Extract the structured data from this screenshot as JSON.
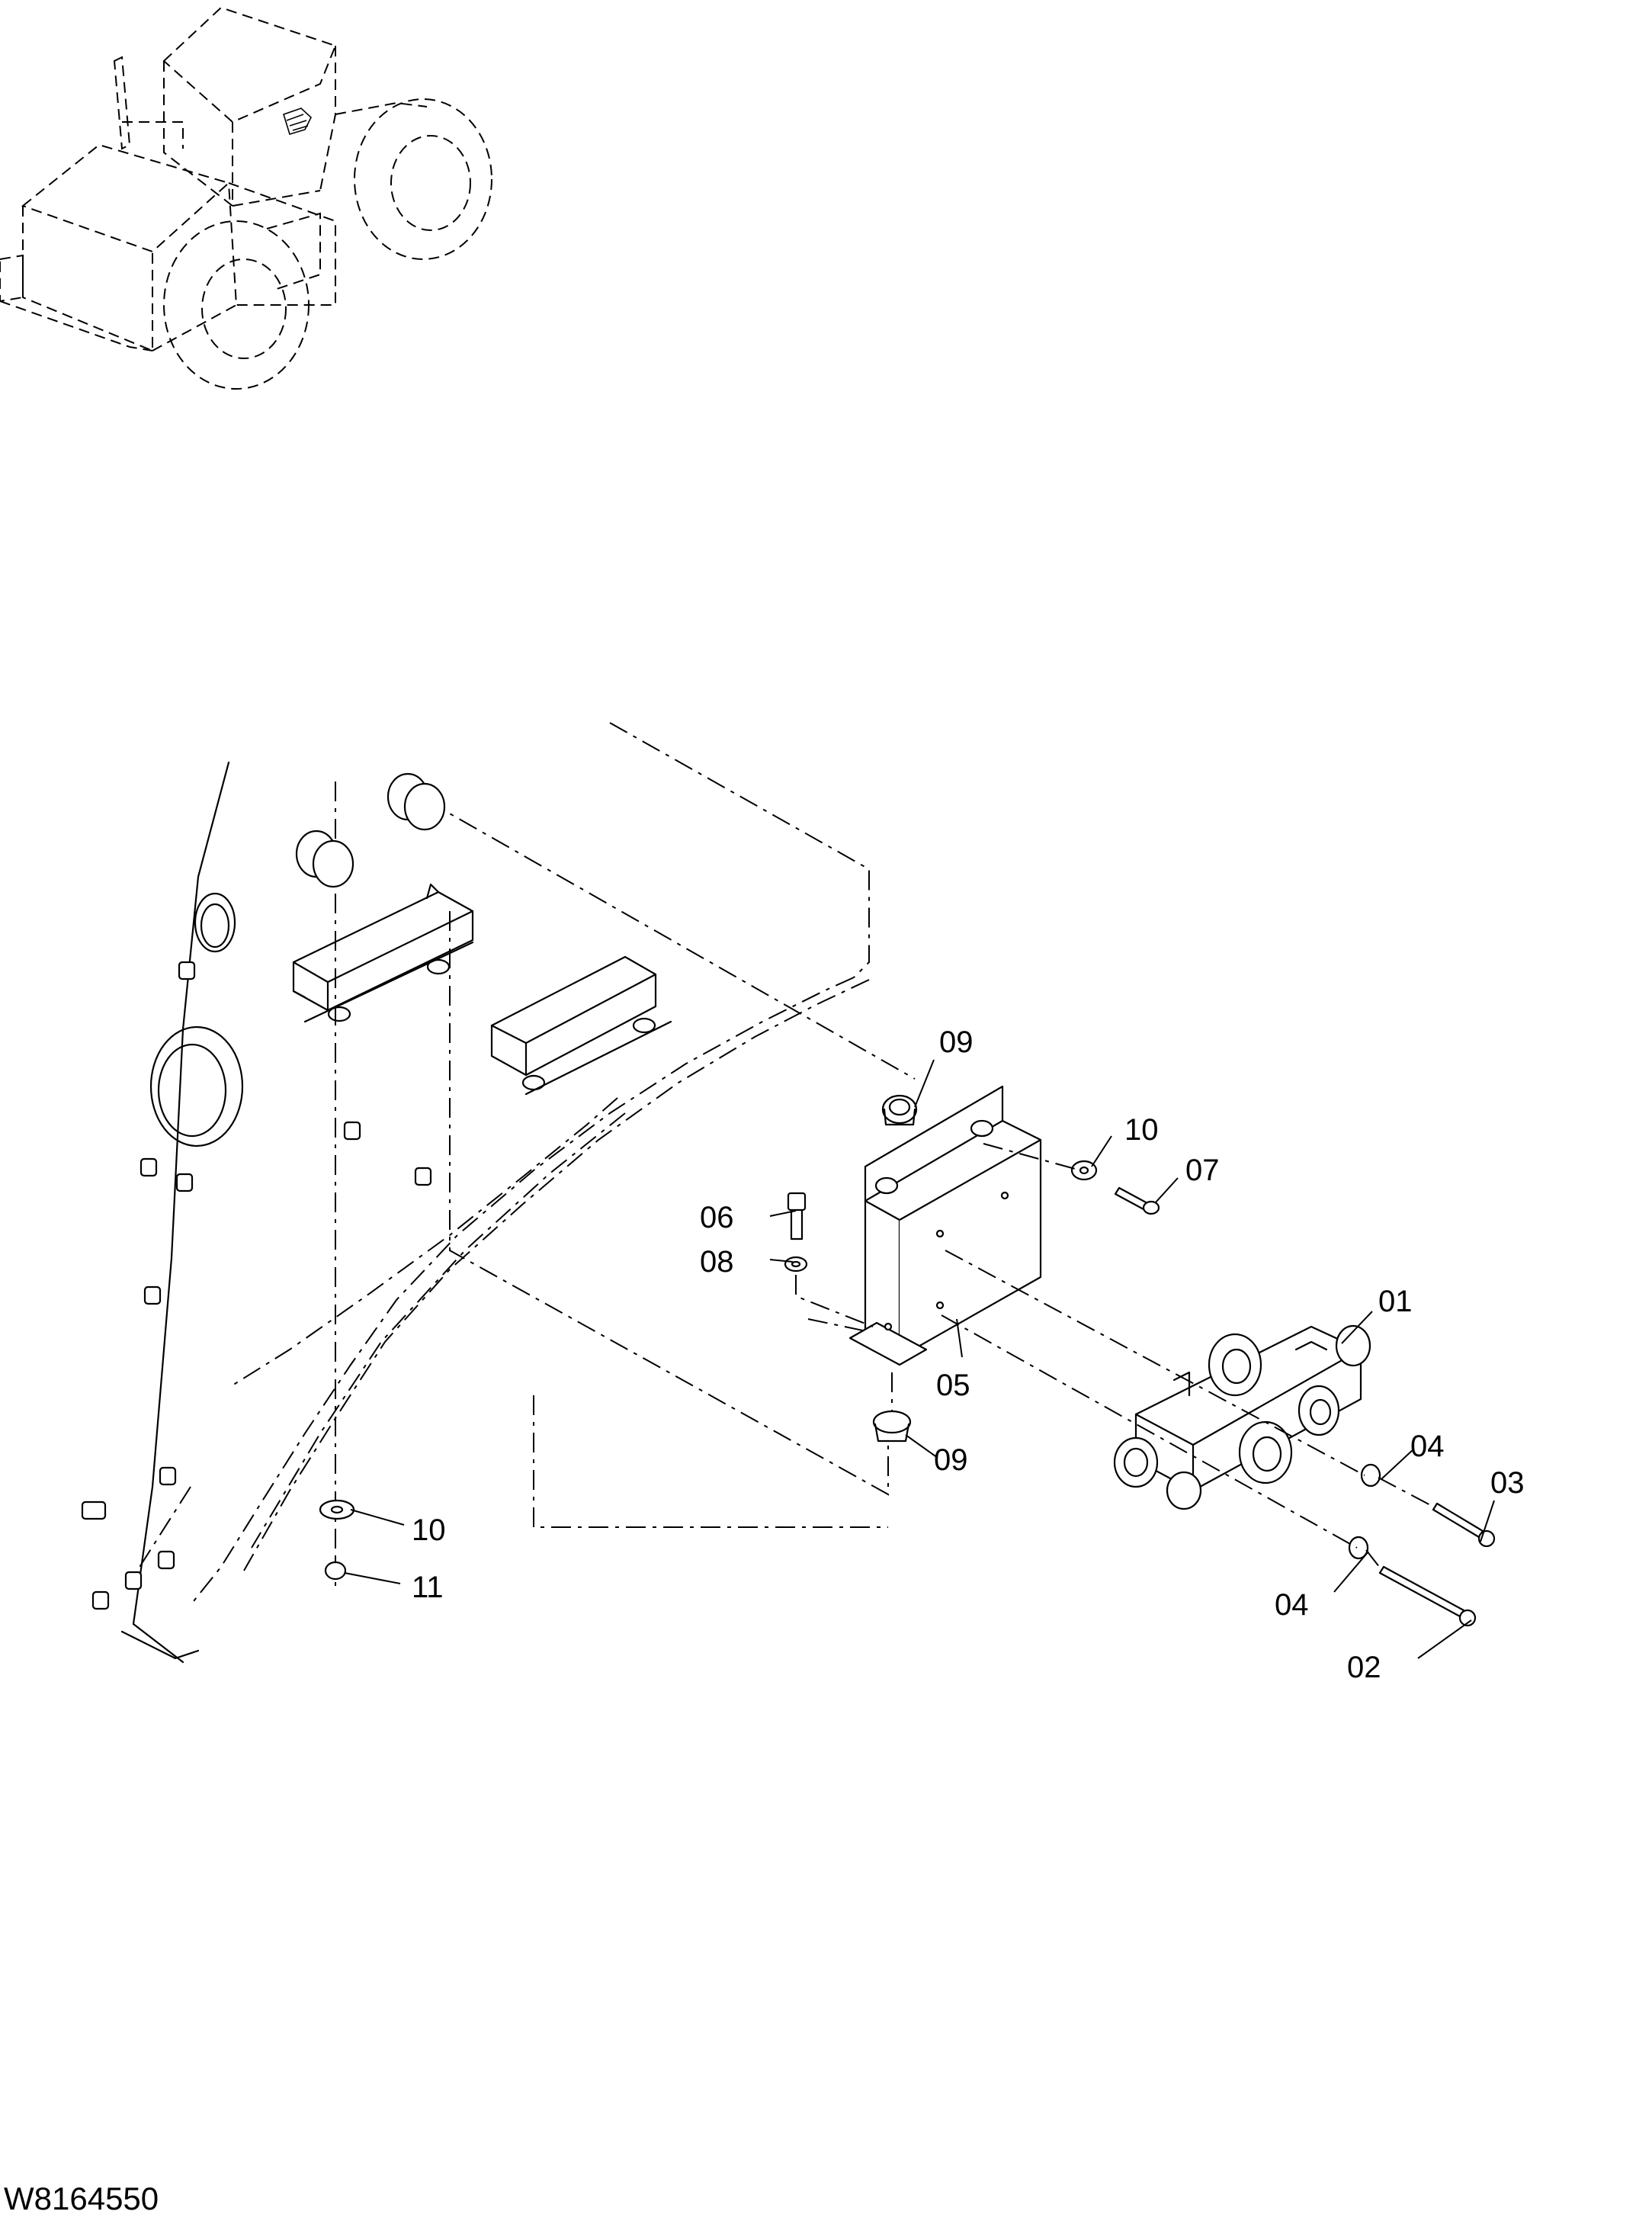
{
  "drawing": {
    "doc_id": "W8164550",
    "callouts": {
      "c01": "01",
      "c02": "02",
      "c03": "03",
      "c04a": "04",
      "c04b": "04",
      "c05": "05",
      "c06": "06",
      "c07": "07",
      "c08": "08",
      "c09a": "09",
      "c09b": "09",
      "c10a": "10",
      "c10b": "10",
      "c11": "11"
    }
  }
}
